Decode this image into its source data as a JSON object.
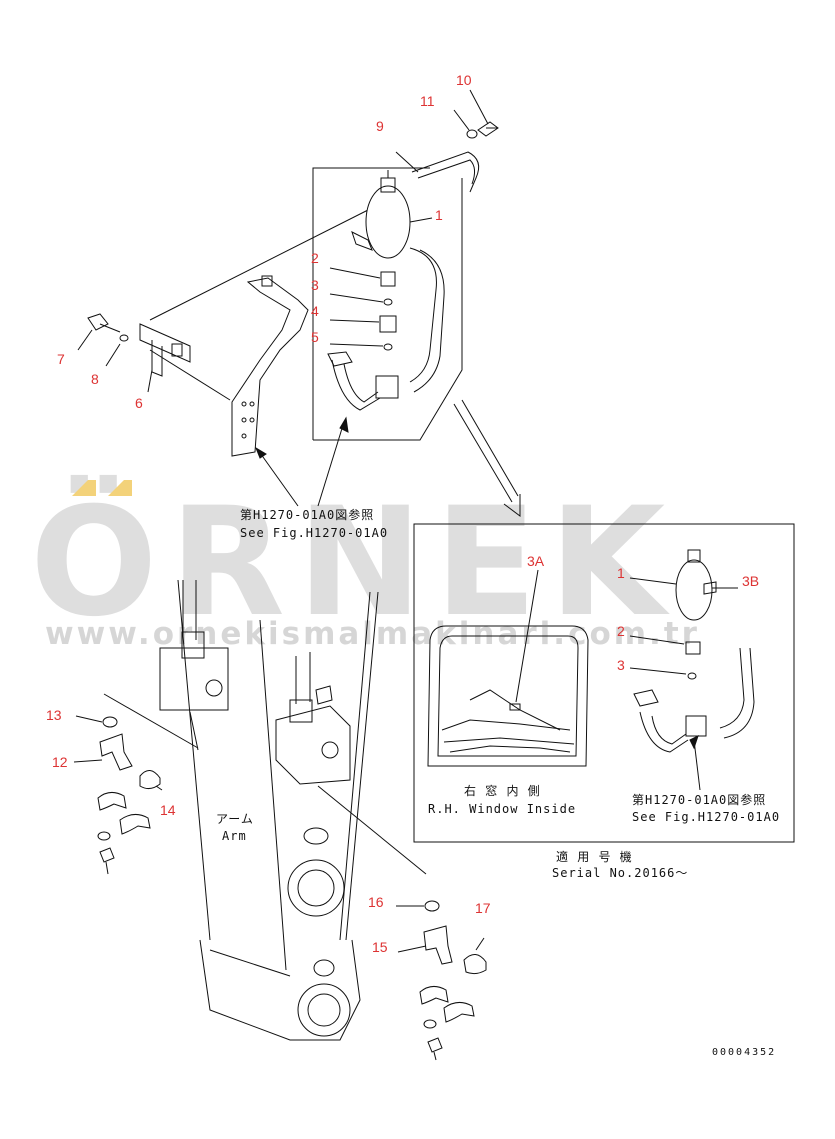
{
  "watermark": {
    "brand": "ÖRNEK",
    "url": "www.ornekismalmakinari.com.tr",
    "accent_color": "#f3d27a"
  },
  "callouts": {
    "c1": "1",
    "c2": "2",
    "c3": "3",
    "c4": "4",
    "c5": "5",
    "c6": "6",
    "c7": "7",
    "c8": "8",
    "c9": "9",
    "c10": "10",
    "c11": "11",
    "c12": "12",
    "c13": "13",
    "c14": "14",
    "c15": "15",
    "c16": "16",
    "c17": "17",
    "d1": "1",
    "d2": "2",
    "d3": "3",
    "d3a": "3A",
    "d3b": "3B"
  },
  "notes": {
    "ref_top_jp": "第H1270-01A0図参照",
    "ref_top_en": "See Fig.H1270-01A0",
    "window_jp": "右 窓 内 側",
    "window_en": "R.H. Window Inside",
    "ref_detail_jp": "第H1270-01A0図参照",
    "ref_detail_en": "See Fig.H1270-01A0",
    "serial_jp": "適 用 号 機",
    "serial_en": "Serial No.20166～",
    "arm_jp": "アーム",
    "arm_en": "Arm",
    "doc_number": "00004352"
  },
  "colors": {
    "callout": "#d33333",
    "line": "#111111",
    "watermark": "#d9d9d9"
  }
}
